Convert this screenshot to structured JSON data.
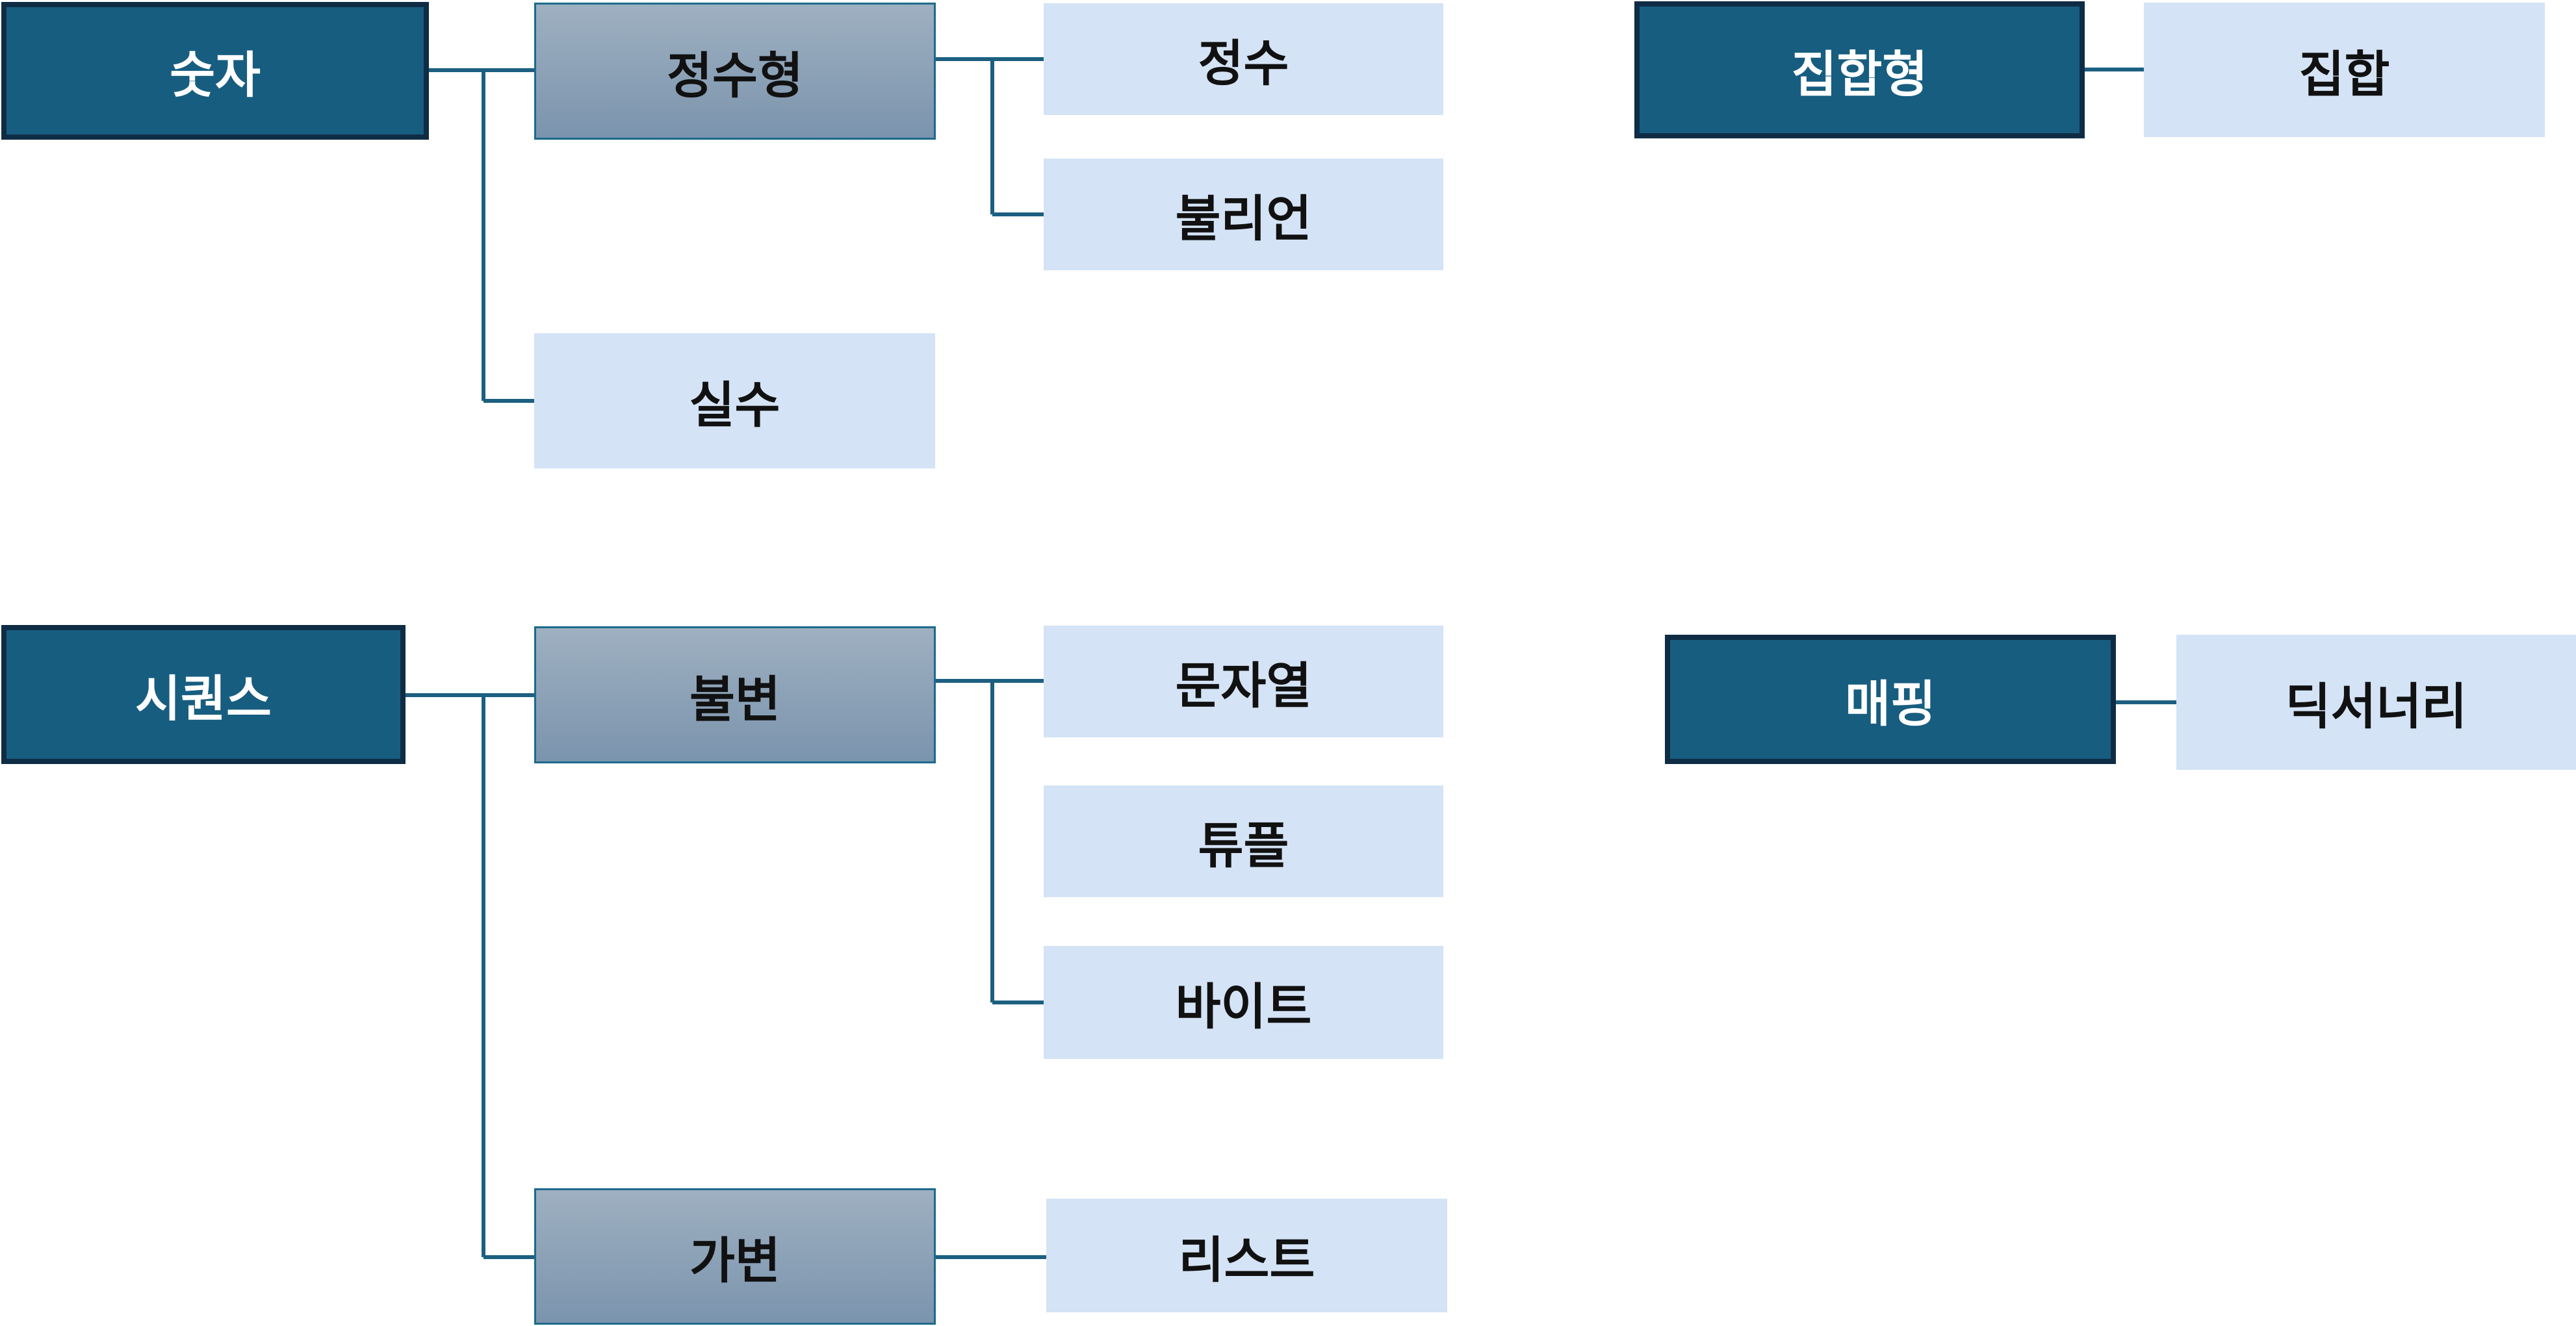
{
  "diagram": {
    "numeric": {
      "label": "숫자",
      "integer_type": {
        "label": "정수형",
        "items": [
          "정수",
          "불리언"
        ]
      },
      "float": "실수"
    },
    "set_type": {
      "label": "집합형",
      "items": [
        "집합"
      ]
    },
    "sequence": {
      "label": "시퀀스",
      "immutable": {
        "label": "불변",
        "items": [
          "문자열",
          "튜플",
          "바이트"
        ]
      },
      "mutable": {
        "label": "가변",
        "items": [
          "리스트"
        ]
      }
    },
    "mapping": {
      "label": "매핑",
      "items": [
        "딕서너리"
      ]
    }
  },
  "colors": {
    "category_fill": "#175d80",
    "category_border": "#0f2c45",
    "subcategory_fill_top": "#9eb0c1",
    "subcategory_fill_bottom": "#7b94ad",
    "leaf_fill": "#d4e3f5",
    "connector": "#1c5f80"
  }
}
